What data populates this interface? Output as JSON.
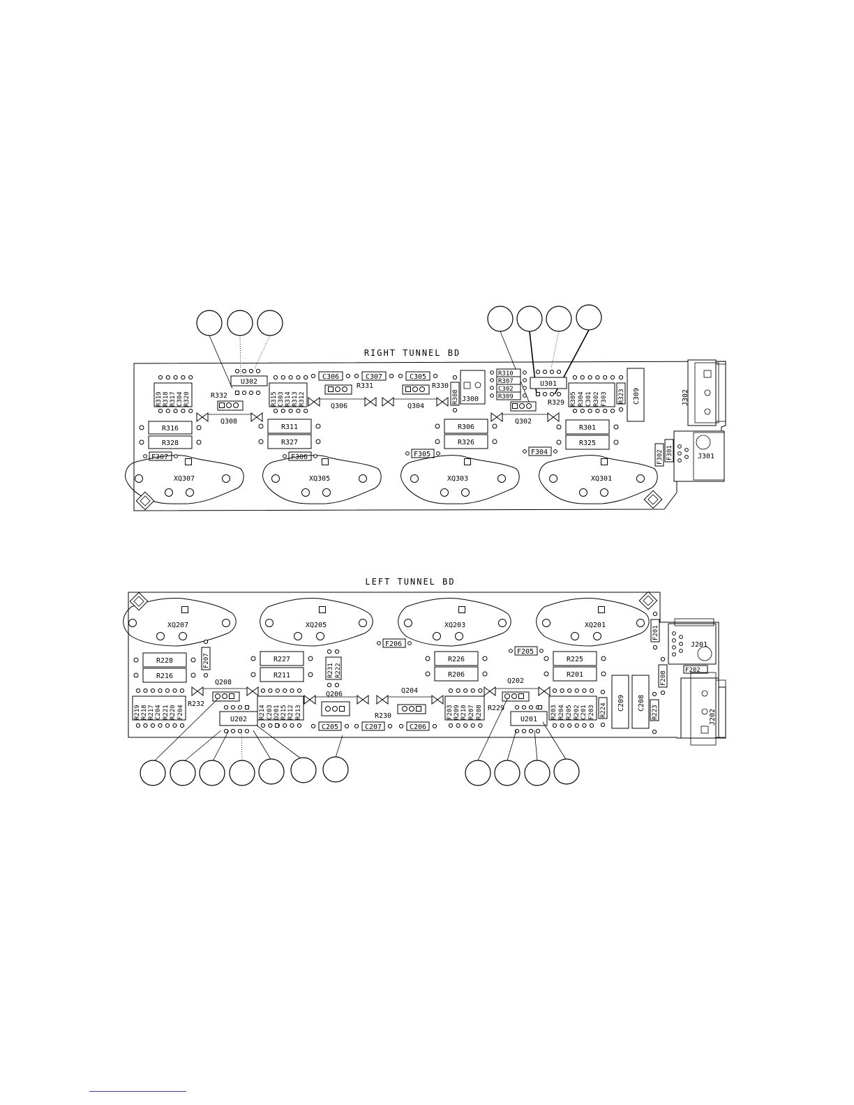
{
  "boards": {
    "right": {
      "title": "RIGHT TUNNEL BD",
      "sockets": [
        "XQ307",
        "XQ305",
        "XQ303",
        "XQ301"
      ],
      "power_resistors": [
        "R316",
        "R328",
        "R311",
        "R327",
        "R306",
        "R326",
        "R301",
        "R325"
      ],
      "transistors": [
        "Q308",
        "Q306",
        "Q304",
        "Q302"
      ],
      "ics": [
        "U302",
        "U301"
      ],
      "connectors": [
        "J300",
        "J302",
        "J301"
      ],
      "capacitors_h": [
        "C306",
        "C307",
        "C305"
      ],
      "capacitor_box": "C309",
      "fuses": [
        "F307",
        "F306",
        "F305",
        "F304",
        "F302",
        "F301"
      ],
      "resistors_h": [
        "R332",
        "R331",
        "R330",
        "R329",
        "R310",
        "R307",
        "C302",
        "R309"
      ],
      "vertical_parts": [
        "R319",
        "R318",
        "R317",
        "C304",
        "R320",
        "R315",
        "C303",
        "R314",
        "R313",
        "R312",
        "R308",
        "R305",
        "R304",
        "C301",
        "R302",
        "F303",
        "R323"
      ],
      "balloons": 7
    },
    "left": {
      "title": "LEFT TUNNEL BD",
      "sockets": [
        "XQ207",
        "XQ205",
        "XQ203",
        "XQ201"
      ],
      "power_resistors": [
        "R228",
        "R216",
        "R227",
        "R211",
        "R226",
        "R206",
        "R225",
        "R201"
      ],
      "transistors": [
        "Q208",
        "Q206",
        "Q204",
        "Q202"
      ],
      "ics": [
        "U202",
        "U201"
      ],
      "connectors": [
        "J201",
        "J202"
      ],
      "capacitors_h": [
        "C205",
        "C207",
        "C206"
      ],
      "capacitor_boxes": [
        "C209",
        "C208"
      ],
      "fuses": [
        "F206",
        "F205",
        "F207",
        "F201",
        "F202",
        "F208"
      ],
      "resistors_h": [
        "R232",
        "R230",
        "R229"
      ],
      "vertical_parts": [
        "R219",
        "R218",
        "R217",
        "C204",
        "R221",
        "R220",
        "F204",
        "R231",
        "R222",
        "R214",
        "C203",
        "D201",
        "R215",
        "R212",
        "R213",
        "F203",
        "R209",
        "R210",
        "R207",
        "R208",
        "R203",
        "R204",
        "R205",
        "R202",
        "C201",
        "F203",
        "R224",
        "R223"
      ],
      "balloons": 11
    }
  }
}
